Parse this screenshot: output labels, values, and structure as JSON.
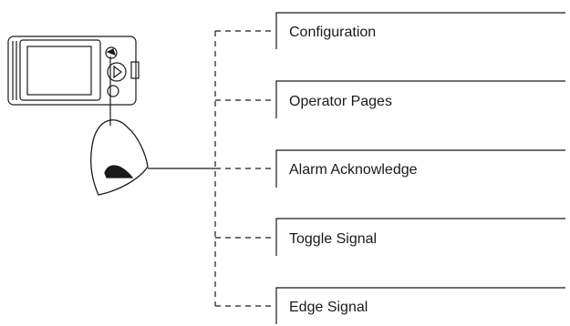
{
  "functions": [
    {
      "label": "Configuration"
    },
    {
      "label": "Operator Pages"
    },
    {
      "label": "Alarm Acknowledge"
    },
    {
      "label": "Toggle Signal"
    },
    {
      "label": "Edge Signal"
    }
  ],
  "colors": {
    "line": "#1a1a1a",
    "background": "#ffffff"
  },
  "icons": {
    "device": "display-instrument-icon",
    "key": "function-key-icon"
  }
}
